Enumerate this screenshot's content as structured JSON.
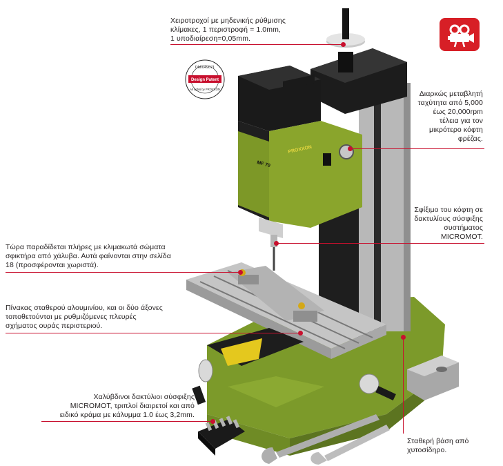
{
  "callouts": {
    "handwheel": {
      "lines": [
        "Χειροτροχοί με μηδενικής ρύθμισης",
        "κλίμακες, 1 περιστροφή = 1.0mm,",
        "1 υποδιαίρεση=0,05mm."
      ]
    },
    "speed": {
      "lines": [
        "Διαρκώς μεταβλητή",
        "ταχύτητα από 5,000",
        "έως 20,000rpm",
        "τέλεια για τον",
        "μικρότερο κόφτη",
        "φρέζας."
      ]
    },
    "collet_clamp": {
      "lines": [
        "Σφίξιμο του κόφτη σε",
        "δακτυλίους σύσφιξης",
        "συστήματος",
        "MICROMOT."
      ]
    },
    "vise": {
      "lines": [
        "Τώρα παραδίδεται πλήρες με κλιμακωτά σώματα",
        "σφικτήρα από χάλυβα. Αυτά φαίνονται στην σελίδα",
        "18 (προσφέρονται χωριστά)."
      ]
    },
    "table": {
      "lines": [
        "Πίνακας σταθερού αλουμινίου, και οι δύο άξονες",
        "τοποθετούνται με ρυθμιζόμενες πλευρές",
        "σχήματος ουράς περιστεριού."
      ]
    },
    "collets": {
      "lines": [
        "Χαλύβδινοι δακτύλιοι σύσφιξης",
        "MICROMOT, τριπλοί διαιρετοί και από",
        "ειδικό κράμα  με κάλυμμα 1.0 έως 3,2mm."
      ]
    },
    "base": {
      "lines": [
        "Σταθερή βάση από",
        "χυτοσίδηρο."
      ]
    }
  },
  "stamp": {
    "top_text": "DM/049071",
    "center_text": "Design Patent",
    "bottom_text": "All rights by PROXXON"
  },
  "machine": {
    "brand": "PROXXON",
    "model": "MF 70"
  },
  "video_button": {
    "icon": "video-camera-icon"
  },
  "colors": {
    "accent": "#c8102e",
    "machine_green": "#8aa52c",
    "video_red": "#d71f26"
  }
}
